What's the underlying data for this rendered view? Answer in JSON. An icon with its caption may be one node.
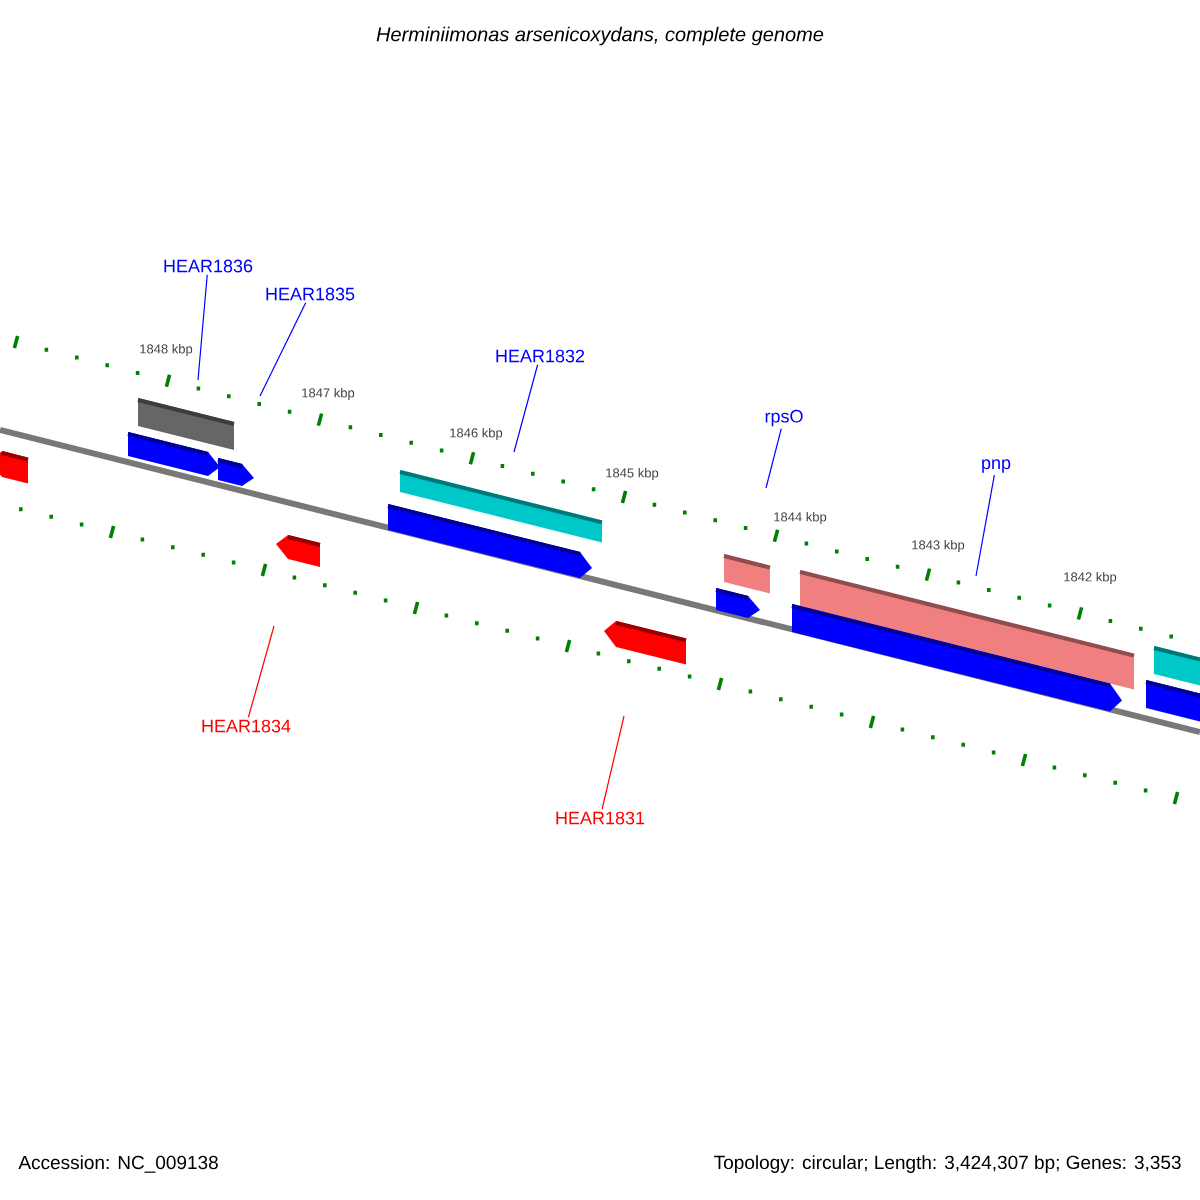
{
  "diagram": {
    "title": "Herminiimonas arsenicoxydans, complete genome",
    "nodes": [
      {
        "text": [
          "HEAR1836"
        ]
      },
      {
        "text": [
          "HEAR1835"
        ]
      },
      {
        "text": [
          "HEAR1832"
        ]
      },
      {
        "text": [
          "rpsO"
        ]
      },
      {
        "text": [
          "pnp"
        ]
      },
      {
        "text": [
          "HEAR1834"
        ]
      },
      {
        "text": [
          "HEAR1831"
        ]
      }
    ],
    "edges": [
      {
        "from": 0,
        "to": null,
        "arrow": "none"
      },
      {
        "from": 1,
        "to": null,
        "arrow": "none"
      },
      {
        "from": 2,
        "to": null,
        "arrow": "none"
      },
      {
        "from": 3,
        "to": null,
        "arrow": "none"
      },
      {
        "from": 4,
        "to": null,
        "arrow": "none"
      },
      {
        "from": 5,
        "to": null,
        "arrow": "none",
        "color": "#ff0000"
      },
      {
        "from": 6,
        "to": null,
        "arrow": "none",
        "color": "#ff0000"
      }
    ],
    "labels": [
      "1848 kbp",
      "1847 kbp",
      "1846 kbp",
      "1845 kbp",
      "1844 kbp",
      "1843 kbp",
      "1842 kbp",
      "Accession: NC_009138",
      "Topology: circular; Length: 3,424,307 bp; Genes: 3,353"
    ]
  }
}
